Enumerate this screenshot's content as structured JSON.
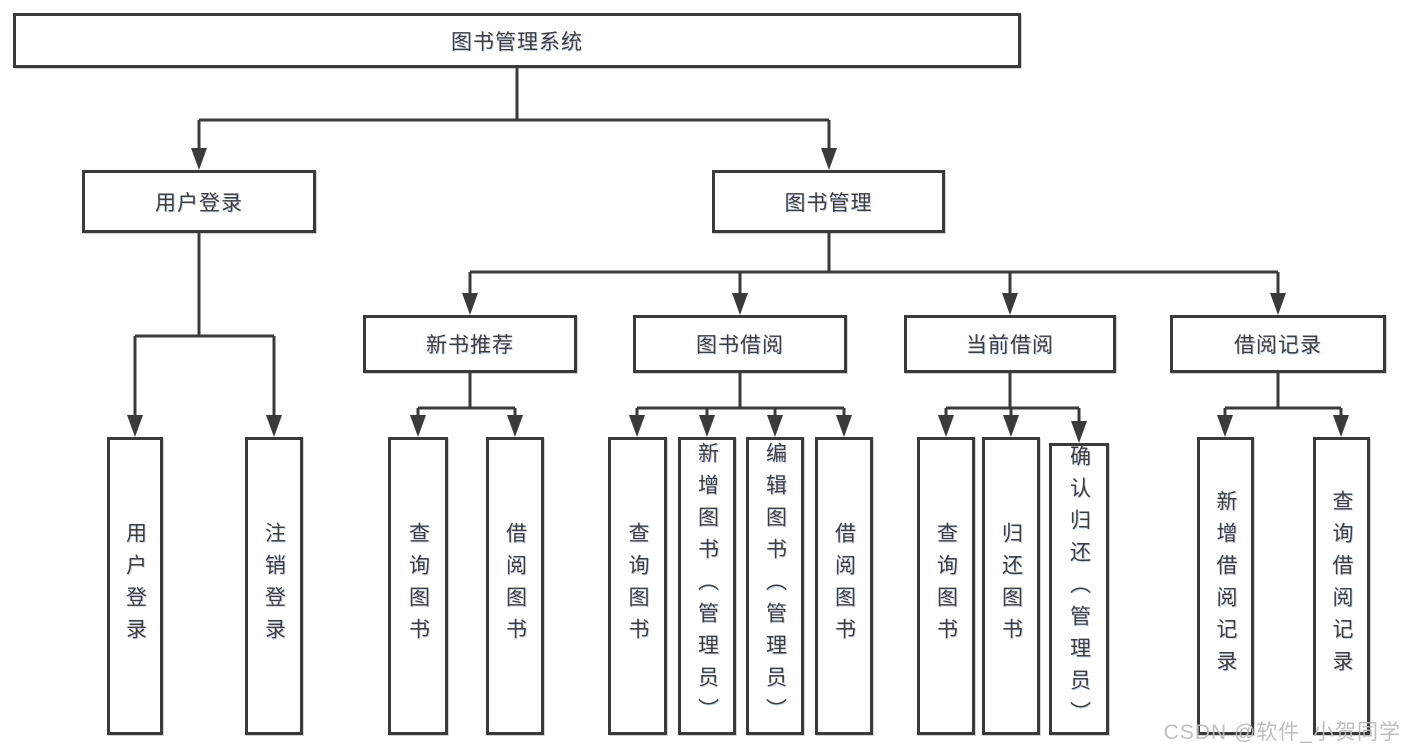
{
  "diagram": {
    "root": {
      "label": "图书管理系统"
    },
    "level2": [
      {
        "label": "用户登录"
      },
      {
        "label": "图书管理"
      }
    ],
    "level3": [
      {
        "label": "新书推荐"
      },
      {
        "label": "图书借阅"
      },
      {
        "label": "当前借阅"
      },
      {
        "label": "借阅记录"
      }
    ],
    "leaves": {
      "user_login": [
        {
          "label": "用户登录"
        },
        {
          "label": "注销登录"
        }
      ],
      "new_book": [
        {
          "label": "查询图书"
        },
        {
          "label": "借阅图书"
        }
      ],
      "book_borrow": [
        {
          "label": "查询图书"
        },
        {
          "label": "新增图书（管理员）"
        },
        {
          "label": "编辑图书（管理员）"
        },
        {
          "label": "借阅图书"
        }
      ],
      "current_borrow": [
        {
          "label": "查询图书"
        },
        {
          "label": "归还图书"
        },
        {
          "label": "确认归还（管理员）"
        }
      ],
      "records": [
        {
          "label": "新增借阅记录"
        },
        {
          "label": "查询借阅记录"
        }
      ]
    }
  },
  "watermark": "CSDN @软件_小贺同学",
  "colors": {
    "line": "#3a3a3a",
    "text": "#3d3d3d",
    "box_background": "#ffffff",
    "watermark": "#bbbbbb",
    "background": "#ffffff"
  }
}
